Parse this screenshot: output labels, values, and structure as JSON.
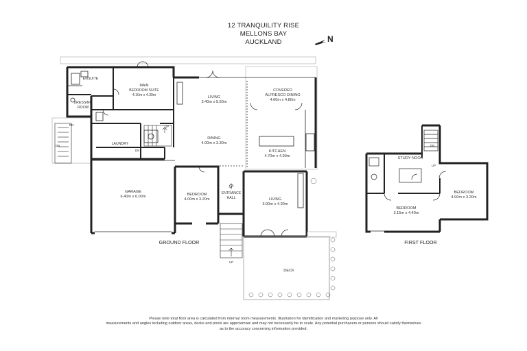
{
  "header": {
    "line1": "12 TRANQUILITY RISE",
    "line2": "MELLONS BAY",
    "line3": "AUCKLAND"
  },
  "compass": {
    "label": "N",
    "icon": "north-arrow-icon"
  },
  "ground_floor": {
    "caption": "GROUND FLOOR",
    "rooms": {
      "ensuite": {
        "name": "ENSUITE"
      },
      "main_bedroom": {
        "name1": "MAIN",
        "name2": "BEDROOM SUITE",
        "size": "4.10m x 4.30m"
      },
      "dressing": {
        "name1": "DRESSING",
        "name2": "ROOM"
      },
      "laundry": {
        "name": "LAUNDRY"
      },
      "living_top": {
        "name": "LIVING",
        "size": "3.40m x 5.50m"
      },
      "alfresco": {
        "name1": "COVERED",
        "name2": "ALFRESCO DINING",
        "size": "4.60m x 4.80m"
      },
      "dining": {
        "name": "DINING",
        "size": "4.00m x 3.30m"
      },
      "kitchen": {
        "name": "KITCHEN",
        "size": "4.70m x 4.90m"
      },
      "garage": {
        "name": "GARAGE",
        "size": "6.40m x 6.00m"
      },
      "bedroom": {
        "name": "BEDROOM",
        "size": "4.00m x 3.20m"
      },
      "entrance": {
        "name1": "ENTRANCE",
        "name2": "HALL"
      },
      "living_bottom": {
        "name": "LIVING",
        "size": "5.00m x 4.30m"
      },
      "deck": {
        "name": "DECK"
      }
    },
    "stairs": {
      "dn": "DN",
      "up": "UP"
    }
  },
  "first_floor": {
    "caption": "FIRST FLOOR",
    "rooms": {
      "study": {
        "name": "STUDY NOOK"
      },
      "bedroom_right": {
        "name": "BEDROOM",
        "size": "4.00m x 3.20m"
      },
      "bedroom_center": {
        "name": "BEDROOM",
        "size": "3.15m x 4.40m"
      }
    },
    "stairs": {
      "dn": "DN",
      "up": "UP"
    }
  },
  "disclaimer": {
    "line1": "Please note total floor area is calculated from internal room measurements. Illustration for identification and marketing purpose only. All",
    "line2": "measurements and angles including outdoor areas, decks and pools are approximate and may not necessarily be to scale. Any potential purchasers or persons should satisfy themselves",
    "line3": "as to the accuracy concerning information provided."
  }
}
